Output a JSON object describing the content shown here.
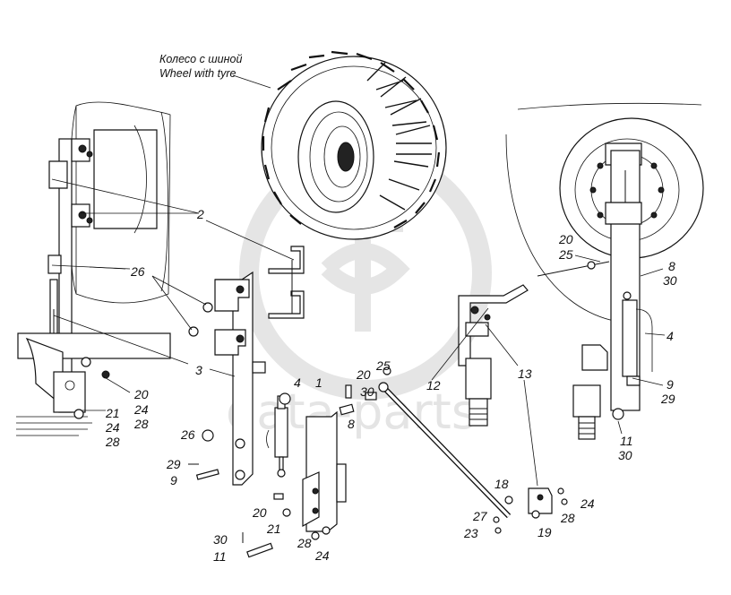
{
  "caption": {
    "ru": "Колесо с шиной",
    "en": "Wheel with tyre"
  },
  "watermark": "data-parts",
  "callouts": [
    "2",
    "26",
    "3",
    "20",
    "24",
    "28",
    "21",
    "24",
    "28",
    "26",
    "29",
    "9",
    "20",
    "21",
    "30",
    "11",
    "4",
    "1",
    "28",
    "24",
    "20",
    "30",
    "25",
    "8",
    "12",
    "27",
    "23",
    "18",
    "13",
    "19",
    "28",
    "24",
    "20",
    "25",
    "8",
    "30",
    "4",
    "9",
    "29",
    "11",
    "30"
  ]
}
